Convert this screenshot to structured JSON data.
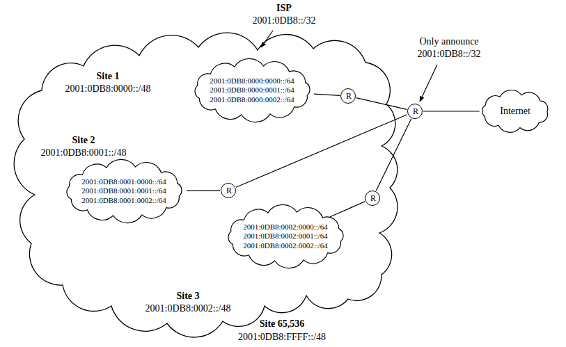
{
  "diagram": {
    "nodes": [
      {
        "text": [
          "Site 1",
          "2001:0DB8:0000::/48",
          "Site 2",
          "2001:0DB8:0001::/48",
          "Site 3",
          "2001:0DB8:0002::/48"
        ]
      },
      {
        "text": [
          "2001:0DB8:0000:0000::/64",
          "2001:0DB8:0000:0001::/64",
          "2001:0DB8:0000:0002::/64"
        ],
        "in": 0
      },
      {
        "text": [
          "R"
        ],
        "in": 0
      },
      {
        "text": [
          "2001:0DB8:0001:0000::/64",
          "2001:0DB8:0001:0001::/64",
          "2001:0DB8:0001:0002::/64"
        ],
        "in": 0
      },
      {
        "text": [
          "R"
        ],
        "in": 0
      },
      {
        "text": [
          "2001:0DB8:0002:0000::/64",
          "2001:0DB8:0002:0001::/64",
          "2001:0DB8:0002:0002::/64"
        ],
        "in": 0
      },
      {
        "text": [
          "R"
        ],
        "in": 0
      },
      {
        "text": [
          "R"
        ]
      },
      {
        "text": [
          "Internet"
        ]
      }
    ],
    "edges": [
      {
        "from": 1,
        "to": 2,
        "arrow": "none"
      },
      {
        "from": 2,
        "to": 7,
        "arrow": "none"
      },
      {
        "from": 3,
        "to": 4,
        "arrow": "none"
      },
      {
        "from": 4,
        "to": 7,
        "arrow": "none"
      },
      {
        "from": 5,
        "to": 6,
        "arrow": "none"
      },
      {
        "from": 6,
        "to": 7,
        "arrow": "none"
      },
      {
        "from": 7,
        "to": 8,
        "arrow": "none"
      }
    ],
    "labels": [
      "ISP",
      "2001:0DB8::/32",
      "Only announce",
      "2001:0DB8::/32",
      "Site 65,536",
      "2001:0DB8:FFFF::/48"
    ]
  }
}
